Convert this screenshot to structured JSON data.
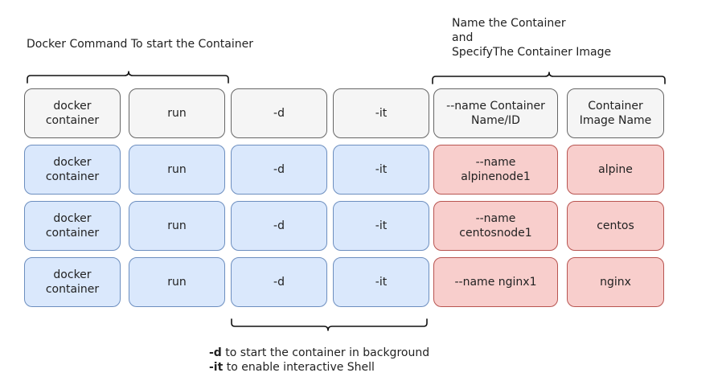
{
  "captions": {
    "left": "Docker Command To start the Container",
    "right": [
      "Name the Container",
      "and",
      "SpecifyThe Container Image"
    ],
    "bottom": [
      {
        "flag": "-d",
        "text": " to start the container in background"
      },
      {
        "flag": "-it",
        "text": " to enable interactive Shell"
      }
    ]
  },
  "rows": [
    {
      "style": "gray",
      "cells": [
        {
          "style": "gray",
          "lines": [
            "docker",
            "container"
          ]
        },
        {
          "style": "gray",
          "lines": [
            "run"
          ]
        },
        {
          "style": "gray",
          "lines": [
            "-d"
          ]
        },
        {
          "style": "gray",
          "lines": [
            "-it"
          ]
        },
        {
          "style": "gray",
          "lines": [
            "--name Container",
            "Name/ID"
          ]
        },
        {
          "style": "gray",
          "lines": [
            "Container",
            "Image Name"
          ]
        }
      ]
    },
    {
      "style": "example",
      "cells": [
        {
          "style": "blue",
          "lines": [
            "docker",
            "container"
          ]
        },
        {
          "style": "blue",
          "lines": [
            "run"
          ]
        },
        {
          "style": "blue",
          "lines": [
            "-d"
          ]
        },
        {
          "style": "blue",
          "lines": [
            "-it"
          ]
        },
        {
          "style": "red",
          "lines": [
            "--name",
            "alpinenode1"
          ]
        },
        {
          "style": "red",
          "lines": [
            "alpine"
          ]
        }
      ]
    },
    {
      "style": "example",
      "cells": [
        {
          "style": "blue",
          "lines": [
            "docker",
            "container"
          ]
        },
        {
          "style": "blue",
          "lines": [
            "run"
          ]
        },
        {
          "style": "blue",
          "lines": [
            "-d"
          ]
        },
        {
          "style": "blue",
          "lines": [
            "-it"
          ]
        },
        {
          "style": "red",
          "lines": [
            "--name",
            "centosnode1"
          ]
        },
        {
          "style": "red",
          "lines": [
            "centos"
          ]
        }
      ]
    },
    {
      "style": "example",
      "cells": [
        {
          "style": "blue",
          "lines": [
            "docker",
            "container"
          ]
        },
        {
          "style": "blue",
          "lines": [
            "run"
          ]
        },
        {
          "style": "blue",
          "lines": [
            "-d"
          ]
        },
        {
          "style": "blue",
          "lines": [
            "-it"
          ]
        },
        {
          "style": "red",
          "lines": [
            "--name nginx1"
          ]
        },
        {
          "style": "red",
          "lines": [
            "nginx"
          ]
        }
      ]
    }
  ],
  "colors": {
    "gray_fill": "#f5f5f5",
    "gray_stroke": "#666666",
    "blue_fill": "#dae8fc",
    "blue_stroke": "#6c8ebf",
    "red_fill": "#f8cecc",
    "red_stroke": "#b85450"
  }
}
